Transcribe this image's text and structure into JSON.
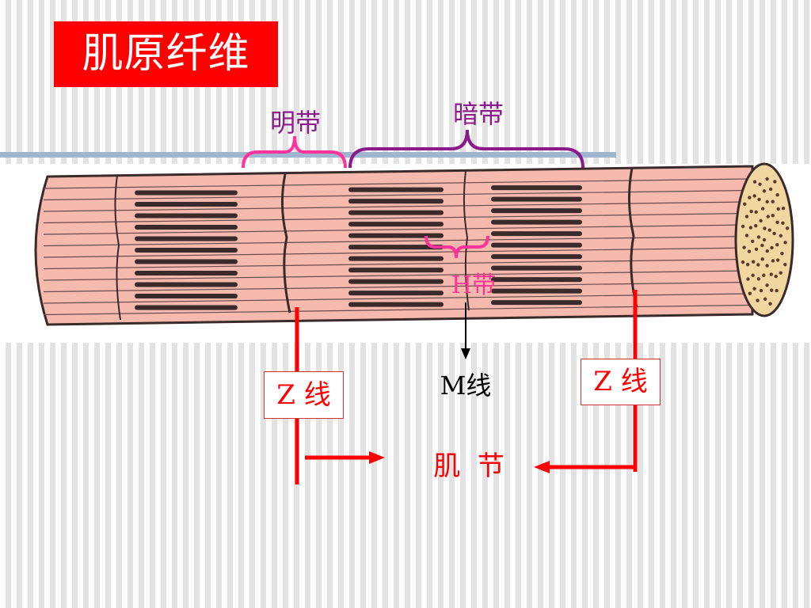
{
  "title": "肌原纤维",
  "labels": {
    "light_band": "明带",
    "dark_band": "暗带",
    "h_band": "H带",
    "m_line": "M线",
    "z_line_left": "Z 线",
    "z_line_right": "Z 线",
    "sarcomere": "肌  节"
  },
  "colors": {
    "title_bg": "#ff0000",
    "title_text": "#ffffff",
    "light_band_brace": "#ff3399",
    "dark_band_brace": "#8b1a8b",
    "z_line": "#ff0000",
    "fiber_pink": "#f5b9ae",
    "fiber_dark": "#3a2a2a",
    "end_cap": "#f2d6a0"
  }
}
